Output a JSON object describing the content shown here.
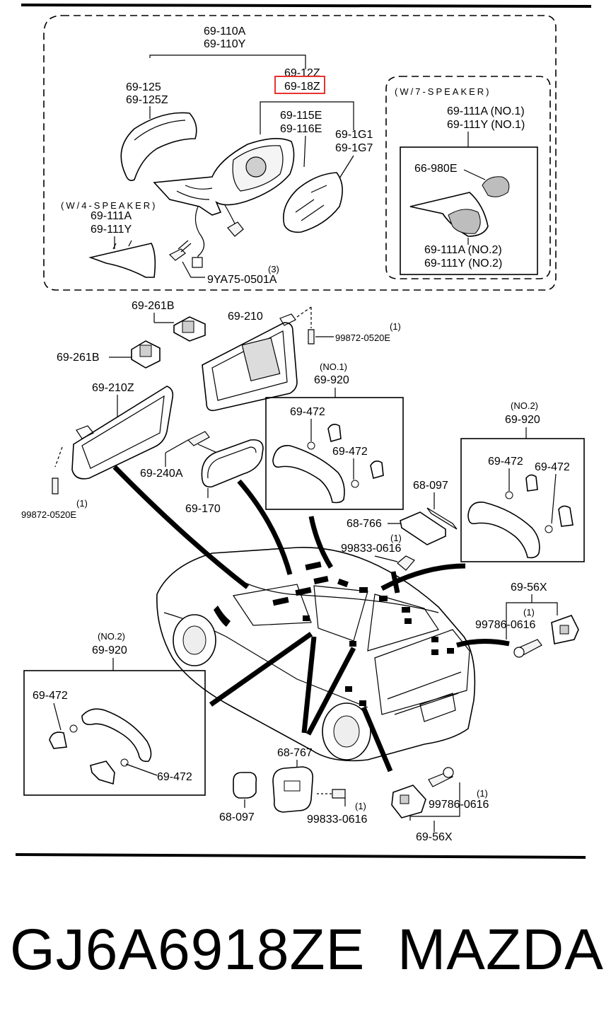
{
  "diagram": {
    "labels": {
      "mirror_assy": [
        "69-110A",
        "69-110Y"
      ],
      "mirror_cover": [
        "69-125",
        "69-125Z"
      ],
      "mirror_part_a": "69-12Z",
      "mirror_part_b_highlighted": "69-18Z",
      "mirror_inner": [
        "69-115E",
        "69-116E"
      ],
      "mirror_glass": [
        "69-1G1",
        "69-1G7"
      ],
      "w4_speaker_caption": "(W/4-SPEAKER)",
      "w4_speaker_part": [
        "69-111A",
        "69-111Y"
      ],
      "bolt_mirror": "9YA75-0501A",
      "bolt_mirror_qty": "(3)",
      "w7_speaker_caption": "(W/7-SPEAKER)",
      "w7_speaker_part_top": [
        "69-111A (NO.1)",
        "69-111Y (NO.1)"
      ],
      "w7_speaker_tweeter": "66-980E",
      "w7_speaker_part_bottom": [
        "69-111A (NO.2)",
        "69-111Y (NO.2)"
      ],
      "visor_holder_1": "69-261B",
      "visor_holder_2": "69-261B",
      "visor_right": "69-210",
      "visor_screw_top": "99872-0520E",
      "visor_screw_top_qty": "(1)",
      "visor_left": "69-210Z",
      "visor_screw_bottom": "99872-0520E",
      "visor_screw_bottom_qty": "(1)",
      "rear_mirror_bracket": "69-240A",
      "rear_mirror": "69-170",
      "grip_no1_caption": "(NO.1)",
      "grip_no1": "69-920",
      "grip_no1_cap_a": "69-472",
      "grip_no1_cap_b": "69-472",
      "grip_no2_right_caption": "(NO.2)",
      "grip_no2_right": "69-920",
      "grip_no2_right_cap_a": "69-472",
      "grip_no2_right_cap_b": "69-472",
      "lamp_lens": "68-097",
      "lamp_assy": "68-766",
      "lamp_screw": "99833-0616",
      "lamp_screw_qty": "(1)",
      "hook_right": "69-56X",
      "hook_right_bolt": "99786-0616",
      "hook_right_bolt_qty": "(1)",
      "grip_no2_left_caption": "(NO.2)",
      "grip_no2_left": "69-920",
      "grip_no2_left_cap_a": "69-472",
      "grip_no2_left_cap_b": "69-472",
      "lamp_bottom_assy": "68-767",
      "lamp_bottom_lens": "68-097",
      "lamp_bottom_screw": "99833-0616",
      "lamp_bottom_screw_qty": "(1)",
      "hook_bottom_bolt": "99786-0616",
      "hook_bottom_bolt_qty": "(1)",
      "hook_bottom": "69-56X"
    },
    "highlight_color": "#e8332f"
  },
  "footer": {
    "part_number": "GJ6A6918ZE",
    "brand": "MAZDA"
  }
}
